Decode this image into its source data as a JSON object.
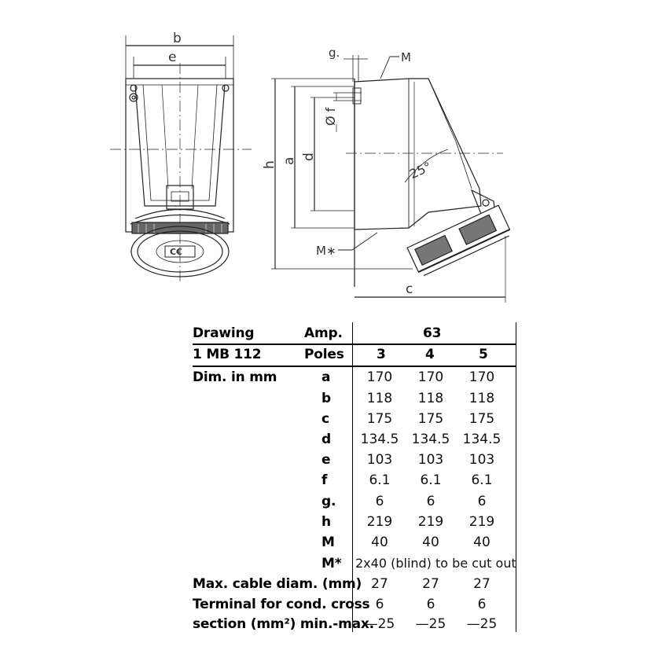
{
  "drawing_labels": {
    "b": "b",
    "e": "e",
    "g": "g.",
    "M": "M",
    "h": "h",
    "a": "a",
    "d": "d",
    "f": "Ø f",
    "angle": "25°",
    "M_star": "M∗",
    "c": "c",
    "ce": "C€"
  },
  "table": {
    "header": {
      "drawing_label": "Drawing",
      "model": "1 MB 112",
      "amp_label": "Amp.",
      "amp_value": "63",
      "poles_label": "Poles",
      "poles": [
        "3",
        "4",
        "5"
      ],
      "dim_label": "Dim. in mm"
    },
    "rows": [
      {
        "label": "a",
        "values": [
          "170",
          "170",
          "170"
        ]
      },
      {
        "label": "b",
        "values": [
          "118",
          "118",
          "118"
        ]
      },
      {
        "label": "c",
        "values": [
          "175",
          "175",
          "175"
        ]
      },
      {
        "label": "d",
        "values": [
          "134.5",
          "134.5",
          "134.5"
        ]
      },
      {
        "label": "e",
        "values": [
          "103",
          "103",
          "103"
        ]
      },
      {
        "label": "f",
        "values": [
          "6.1",
          "6.1",
          "6.1"
        ]
      },
      {
        "label": "g.",
        "values": [
          "6",
          "6",
          "6"
        ]
      },
      {
        "label": "h",
        "values": [
          "219",
          "219",
          "219"
        ]
      },
      {
        "label": "M",
        "values": [
          "40",
          "40",
          "40"
        ]
      }
    ],
    "m_star": {
      "label": "M*",
      "value": "2x40 (blind) to be cut out"
    },
    "cable": {
      "label": "Max. cable diam. (mm)",
      "values": [
        "27",
        "27",
        "27"
      ]
    },
    "terminal": {
      "label_line1": "Terminal for cond. cross",
      "label_line2": "section (mm²) min.-max.",
      "min_values": [
        "6",
        "6",
        "6"
      ],
      "max_values": [
        "—25",
        "—25",
        "—25"
      ]
    }
  }
}
